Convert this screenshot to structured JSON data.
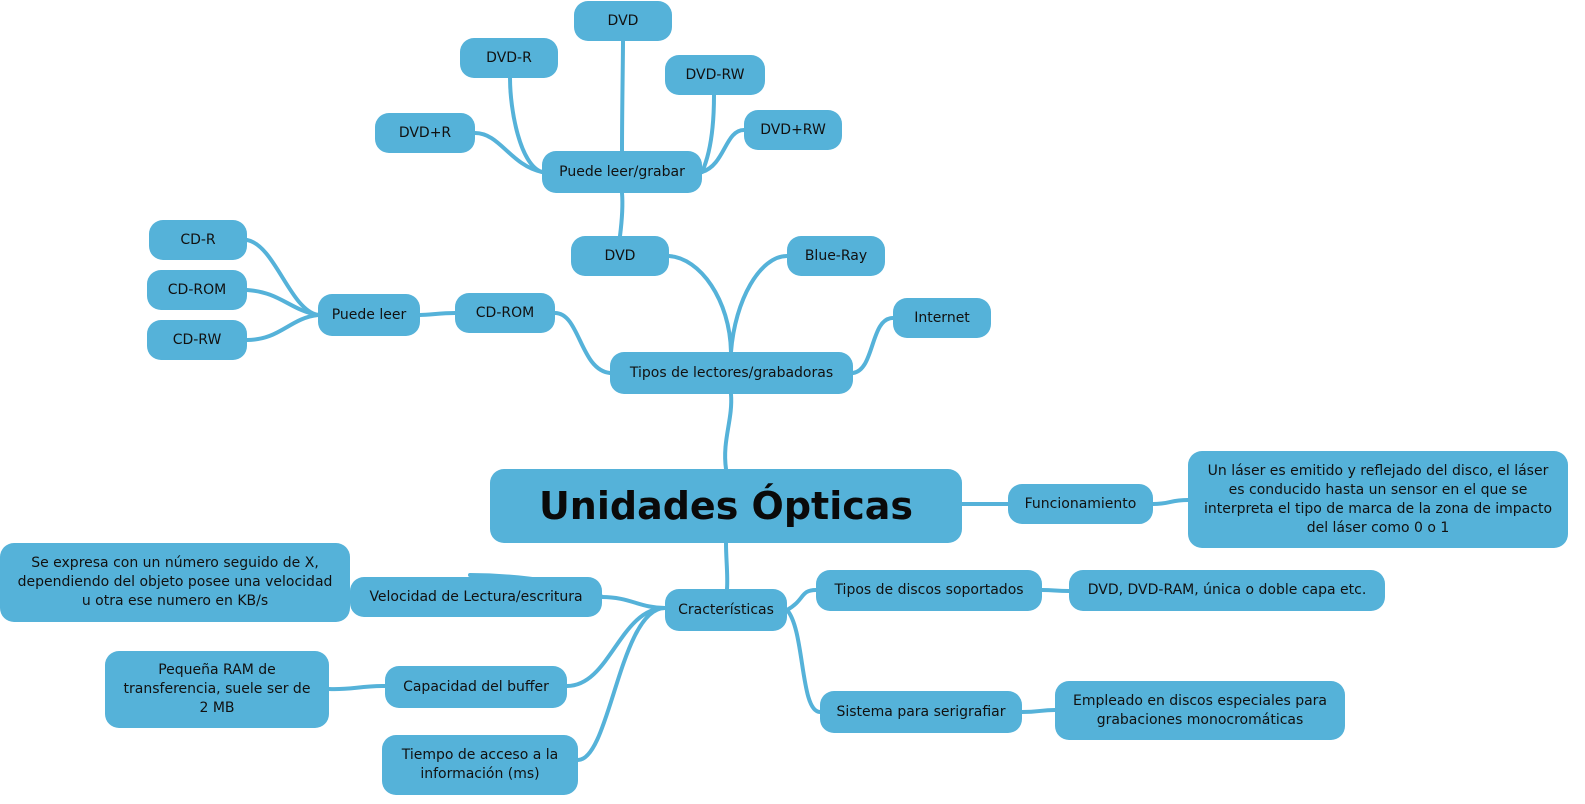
{
  "root": "Unidades Ópticas",
  "nodes": {
    "tipos_lectores": "Tipos de lectores/grabadoras",
    "dvd_mid": "DVD",
    "puede_leer_grabar": "Puede leer/grabar",
    "dvd_top": "DVD",
    "dvd_r": "DVD-R",
    "dvd_rw": "DVD-RW",
    "dvd_plus_rw": "DVD+RW",
    "dvd_plus_r": "DVD+R",
    "blue_ray": "Blue-Ray",
    "internet": "Internet",
    "cd_rom_mid": "CD-ROM",
    "puede_leer": "Puede leer",
    "cd_r": "CD-R",
    "cd_rom_left": "CD-ROM",
    "cd_rw": "CD-RW",
    "funcionamiento": "Funcionamiento",
    "funcionamiento_desc": "Un láser es emitido y reflejado del disco, el láser es conducido hasta un sensor en el que se interpreta el tipo de marca de la zona de impacto del láser como 0 o 1",
    "caracteristicas": "Cracterísticas",
    "velocidad": "Velocidad de Lectura/escritura",
    "velocidad_desc": "Se expresa con un número seguido de X, dependiendo del objeto posee una velocidad u otra ese numero en KB/s",
    "buffer": "Capacidad del buffer",
    "buffer_desc": "Pequeña RAM de transferencia, suele ser de 2 MB",
    "tiempo": "Tiempo de acceso a la información (ms)",
    "tipos_discos": "Tipos de discos soportados",
    "tipos_discos_desc": "DVD, DVD-RAM, única o doble capa etc.",
    "serigrafiar": "Sistema para serigrafiar",
    "serigrafiar_desc": "Empleado en discos especiales para grabaciones monocromáticas"
  },
  "colors": {
    "node": "#55b2d9",
    "edge": "#55b2d9",
    "text": "#111111"
  }
}
